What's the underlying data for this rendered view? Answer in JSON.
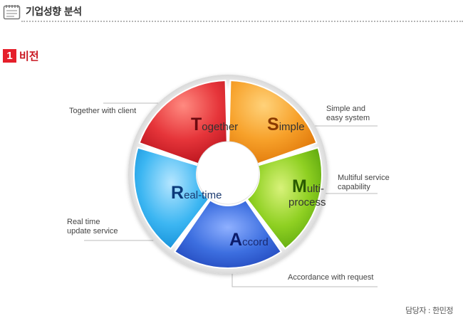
{
  "header": {
    "title": "기업성향 분석",
    "icon": "notepad-icon"
  },
  "section": {
    "number": "1",
    "title": "비전"
  },
  "diagram": {
    "segments": [
      {
        "id": "together",
        "initial": "T",
        "rest": "ogether",
        "color": "#d8212b"
      },
      {
        "id": "simple",
        "initial": "S",
        "rest": "imple",
        "color": "#f28a12"
      },
      {
        "id": "multi",
        "initial": "M",
        "rest": "ulti-",
        "line2": "process",
        "color": "#6fb710"
      },
      {
        "id": "accord",
        "initial": "A",
        "rest": "ccord",
        "color": "#2f62d8"
      },
      {
        "id": "realtime",
        "initial": "R",
        "rest": "eal-time",
        "color": "#20a8ec"
      }
    ],
    "captions": {
      "together": [
        "Together with client"
      ],
      "simple": [
        "Simple and",
        "easy system"
      ],
      "multi": [
        "Multiful service",
        "capability"
      ],
      "realtime": [
        "Real time",
        "update service"
      ],
      "accord": [
        "Accordance with request"
      ]
    }
  },
  "manager": "담당자 : 한민정"
}
